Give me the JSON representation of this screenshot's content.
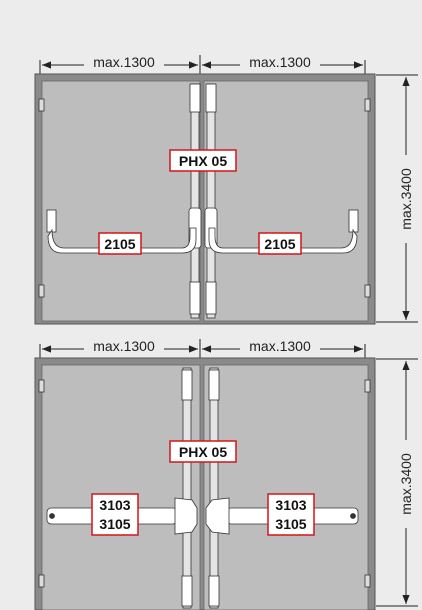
{
  "door_1": {
    "dim_left": "max.1300",
    "dim_right": "max.1300",
    "dim_height": "max.3400",
    "label_center": "PHX 05",
    "label_left": "2105",
    "label_right": "2105"
  },
  "door_2": {
    "dim_left": "max.1300",
    "dim_right": "max.1300",
    "dim_height": "max.3400",
    "label_center": "PHX 05",
    "label_left_1": "3103",
    "label_left_2": "3105",
    "label_right_1": "3103",
    "label_right_2": "3105"
  },
  "colors": {
    "background": "#ececec",
    "door_panel": "#bdbdbd",
    "frame": "#777777",
    "label_border": "#d0161b",
    "hardware": "#ffffff"
  }
}
